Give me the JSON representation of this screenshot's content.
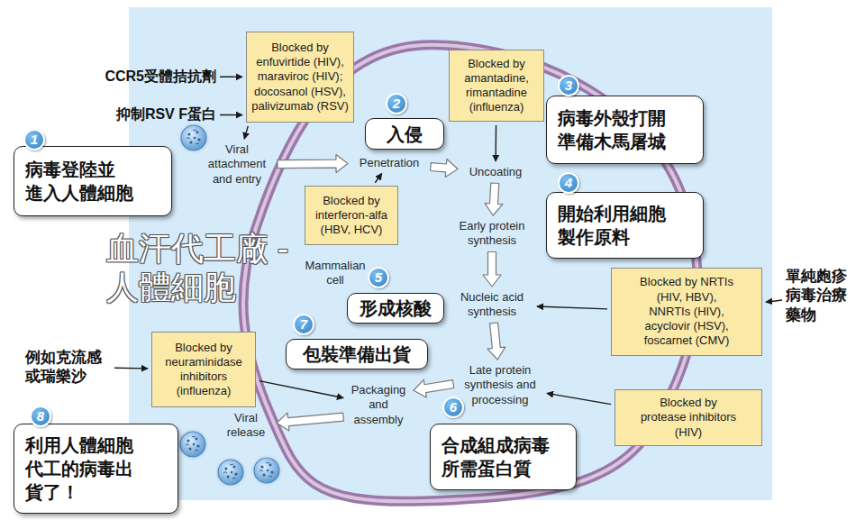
{
  "diagram": {
    "nodes": [
      {
        "text": [
          "CCR5受體拮抗劑"
        ]
      },
      {
        "text": [
          "抑制RSV F蛋白"
        ]
      },
      {
        "text": [
          "Blocked by enfuvirtide (HIV), maraviroc (HIV); docosanol (HSV), palivizumab (RSV)"
        ]
      },
      {
        "text": [
          "Blocked by amantadine, rimantadine (influenza)"
        ]
      },
      {
        "text": [
          "病毒外殼打開 準備木馬屠城"
        ]
      },
      {
        "text": [
          "入侵"
        ]
      },
      {
        "text": [
          "病毒登陸並 進入人體細胞"
        ]
      },
      {
        "text": [
          "Viral attachment and entry"
        ]
      },
      {
        "text": [
          "Penetration"
        ]
      },
      {
        "text": [
          "Uncoating"
        ]
      },
      {
        "text": [
          "Blocked by interferon-alfa (HBV, HCV)"
        ]
      },
      {
        "text": [
          "開始利用細胞 製作原料"
        ]
      },
      {
        "text": [
          "Early protein synthesis"
        ]
      },
      {
        "text": [
          "形成核酸"
        ]
      },
      {
        "text": [
          "Nucleic acid synthesis"
        ]
      },
      {
        "text": [
          "Blocked by NRTIs (HIV, HBV), NNRTIs (HIV), acyclovir (HSV), foscarnet (CMV)"
        ]
      },
      {
        "text": [
          "單純皰疹 病毒治療 藥物"
        ]
      },
      {
        "text": [
          "包裝準備出貨"
        ]
      },
      {
        "text": [
          "例如克流感 或瑞樂沙"
        ]
      },
      {
        "text": [
          "Blocked by neuraminidase inhibitors (influenza)"
        ]
      },
      {
        "text": [
          "Late protein synthesis and processing"
        ]
      },
      {
        "text": [
          "Packaging and assembly"
        ]
      },
      {
        "text": [
          "Viral release"
        ]
      },
      {
        "text": [
          "Blocked by protease inhibitors (HIV)"
        ]
      },
      {
        "text": [
          "利用人體細胞 代工的病毒出 貨了！"
        ]
      },
      {
        "text": [
          "合成組成病毒 所需蛋白質"
        ]
      }
    ],
    "edges": [
      {
        "from": 0,
        "to": 2,
        "arrow": "to"
      },
      {
        "from": 1,
        "to": 2,
        "arrow": "to"
      },
      {
        "from": 2,
        "to": 7,
        "arrow": "to"
      },
      {
        "from": 7,
        "to": 8,
        "arrow": "to"
      },
      {
        "from": 10,
        "to": 8,
        "arrow": "to"
      },
      {
        "from": 8,
        "to": 9,
        "arrow": "to"
      },
      {
        "from": 3,
        "to": 9,
        "arrow": "to"
      },
      {
        "from": 9,
        "to": 12,
        "arrow": "to"
      },
      {
        "from": 12,
        "to": 14,
        "arrow": "to"
      },
      {
        "from": 15,
        "to": 14,
        "arrow": "to"
      },
      {
        "from": 16,
        "to": 15,
        "arrow": "to"
      },
      {
        "from": 14,
        "to": 20,
        "arrow": "to"
      },
      {
        "from": 23,
        "to": 20,
        "arrow": "to"
      },
      {
        "from": 20,
        "to": 21,
        "arrow": "to"
      },
      {
        "from": 21,
        "to": 22,
        "arrow": "to"
      },
      {
        "from": 18,
        "to": 19,
        "arrow": "to"
      },
      {
        "from": 19,
        "to": 21,
        "arrow": "to"
      }
    ],
    "labels": [
      "血汗代工廠 - 人體細胞",
      "Mammalian cell",
      "1",
      "2",
      "3",
      "4",
      "5",
      "6",
      "7",
      "8"
    ]
  }
}
